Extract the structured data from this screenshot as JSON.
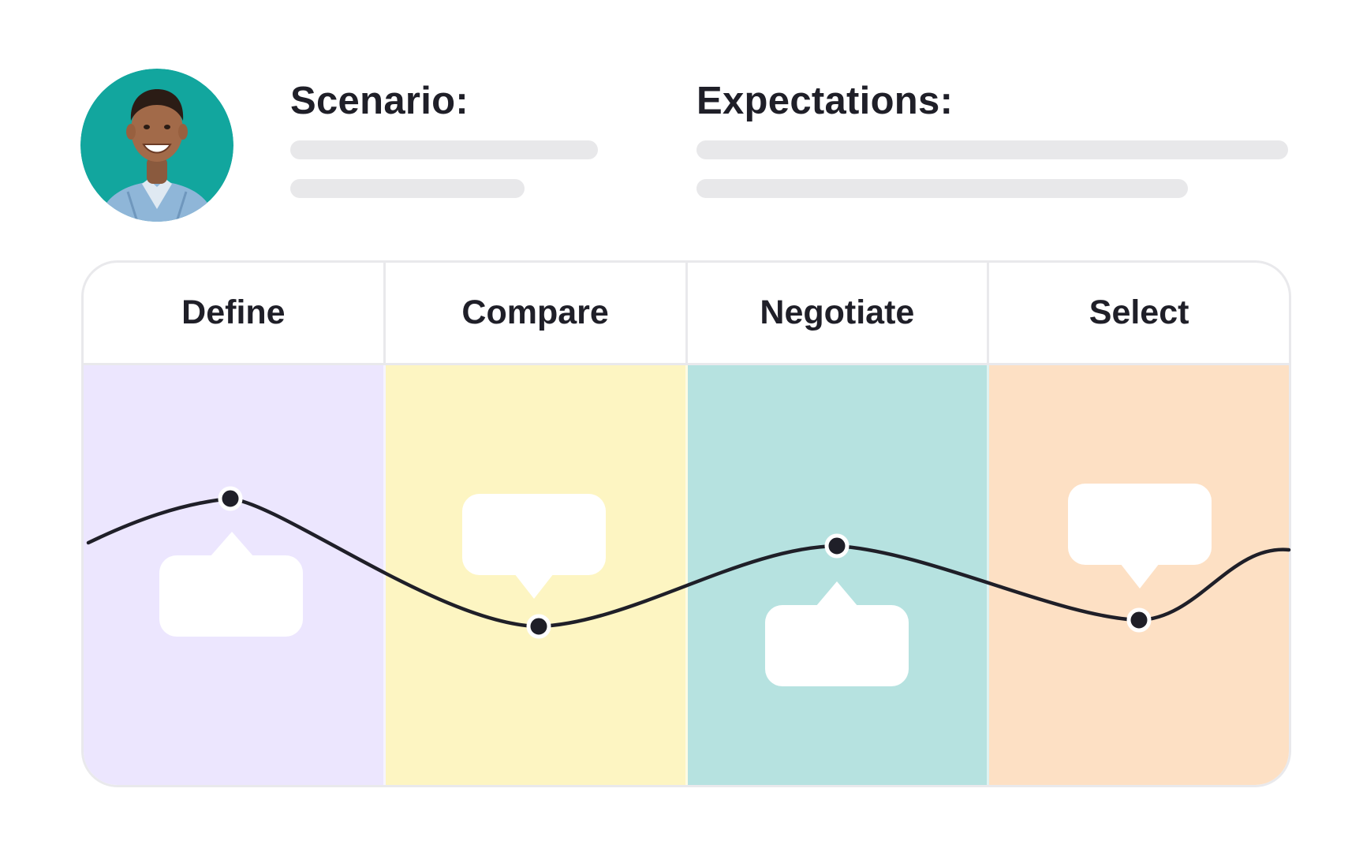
{
  "persona": {
    "avatar_icon": "person-avatar",
    "avatar_bg": "#12a69e"
  },
  "header": {
    "scenario_label": "Scenario:",
    "expectations_label": "Expectations:"
  },
  "stages": [
    {
      "label": "Define",
      "color": "#ece6fe",
      "point": "high",
      "bubble": "below"
    },
    {
      "label": "Compare",
      "color": "#fdf5c2",
      "point": "low",
      "bubble": "above"
    },
    {
      "label": "Negotiate",
      "color": "#b6e2e0",
      "point": "high",
      "bubble": "below"
    },
    {
      "label": "Select",
      "color": "#fde0c4",
      "point": "low",
      "bubble": "above"
    }
  ],
  "colors": {
    "line": "#1f1f28",
    "border": "#e9e9ec",
    "skeleton": "#e8e8ea",
    "bubble": "#ffffff"
  }
}
